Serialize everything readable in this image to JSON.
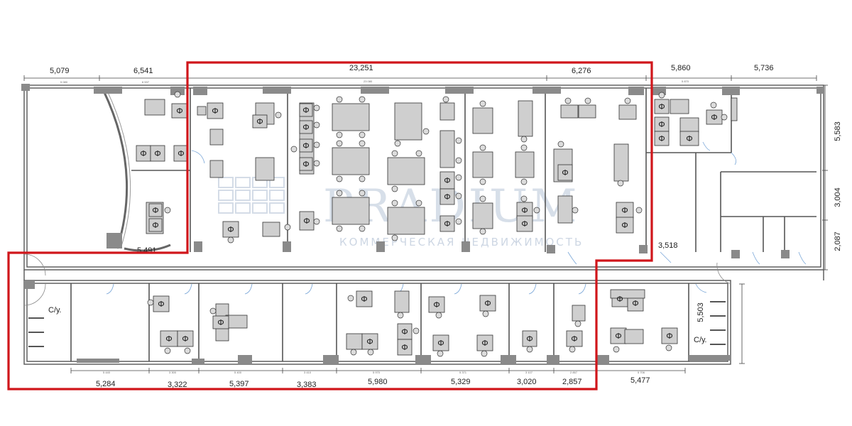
{
  "plan": {
    "top_dimensions": [
      "5,079",
      "6,541",
      "23,251",
      "6,276",
      "5,860",
      "5,736"
    ],
    "bottom_dimensions": [
      "5,284",
      "3,322",
      "5,397",
      "3,383",
      "5,980",
      "5,329",
      "3,020",
      "2,857",
      "5,477"
    ],
    "right_dimensions": [
      "5,583",
      "3,004",
      "2,087"
    ],
    "inner_dimensions": [
      "5,491",
      "3,518",
      "5,503"
    ],
    "small_dimension_notes": [
      "5 080",
      "6 537",
      "23 080",
      "5 870",
      "5 440",
      "3 300",
      "5 400",
      "3 410",
      "5 970",
      "5 371",
      "3 107",
      "2 857",
      "5 706"
    ],
    "room_labels": [
      "С/у.",
      "С/у."
    ],
    "workstation_symbol": "Ф",
    "watermark": {
      "brand": "PRADIUM",
      "tagline": "КОММЕРЧЕСКАЯ НЕДВИЖИМОСТЬ"
    },
    "colors": {
      "walls": "#555555",
      "wall_fill": "#8a8a8a",
      "furniture": "#cfcfcf",
      "highlight": "#d0161b",
      "watermark": "#b8c6d8"
    }
  }
}
